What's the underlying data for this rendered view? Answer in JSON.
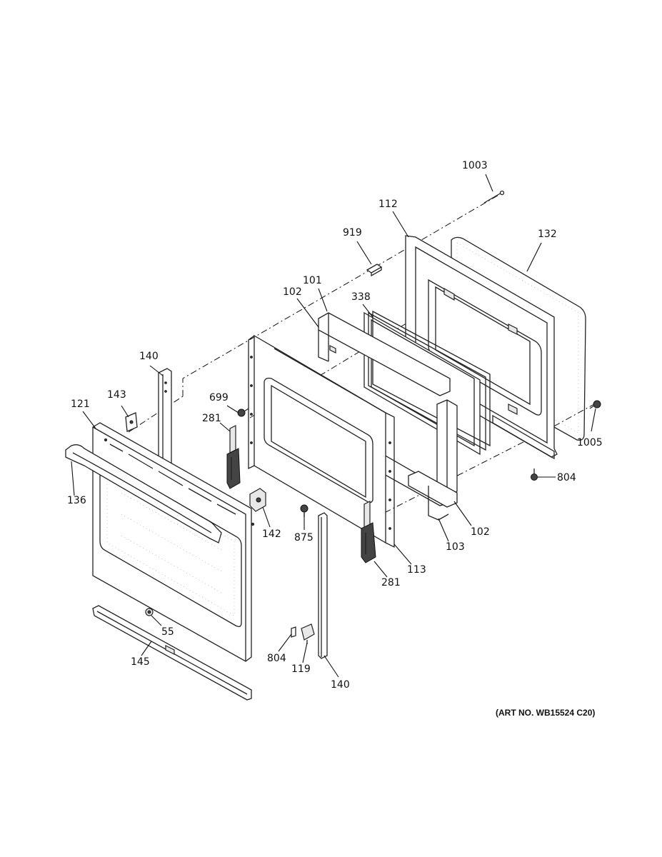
{
  "diagram": {
    "callouts": [
      {
        "id": "1003",
        "text": "1003"
      },
      {
        "id": "112",
        "text": "112"
      },
      {
        "id": "132",
        "text": "132"
      },
      {
        "id": "919",
        "text": "919"
      },
      {
        "id": "101",
        "text": "101"
      },
      {
        "id": "102-top",
        "text": "102"
      },
      {
        "id": "338",
        "text": "338"
      },
      {
        "id": "140-left",
        "text": "140"
      },
      {
        "id": "143",
        "text": "143"
      },
      {
        "id": "699",
        "text": "699"
      },
      {
        "id": "121",
        "text": "121"
      },
      {
        "id": "281-left",
        "text": "281"
      },
      {
        "id": "1005",
        "text": "1005"
      },
      {
        "id": "136",
        "text": "136"
      },
      {
        "id": "804-right",
        "text": "804"
      },
      {
        "id": "142",
        "text": "142"
      },
      {
        "id": "875",
        "text": "875"
      },
      {
        "id": "102-bottom",
        "text": "102"
      },
      {
        "id": "103",
        "text": "103"
      },
      {
        "id": "113",
        "text": "113"
      },
      {
        "id": "281-right",
        "text": "281"
      },
      {
        "id": "55",
        "text": "55"
      },
      {
        "id": "804-bottom",
        "text": "804"
      },
      {
        "id": "145",
        "text": "145"
      },
      {
        "id": "119",
        "text": "119"
      },
      {
        "id": "140-bottom",
        "text": "140"
      }
    ],
    "art_number": "(ART NO. WB15524 C20)"
  }
}
